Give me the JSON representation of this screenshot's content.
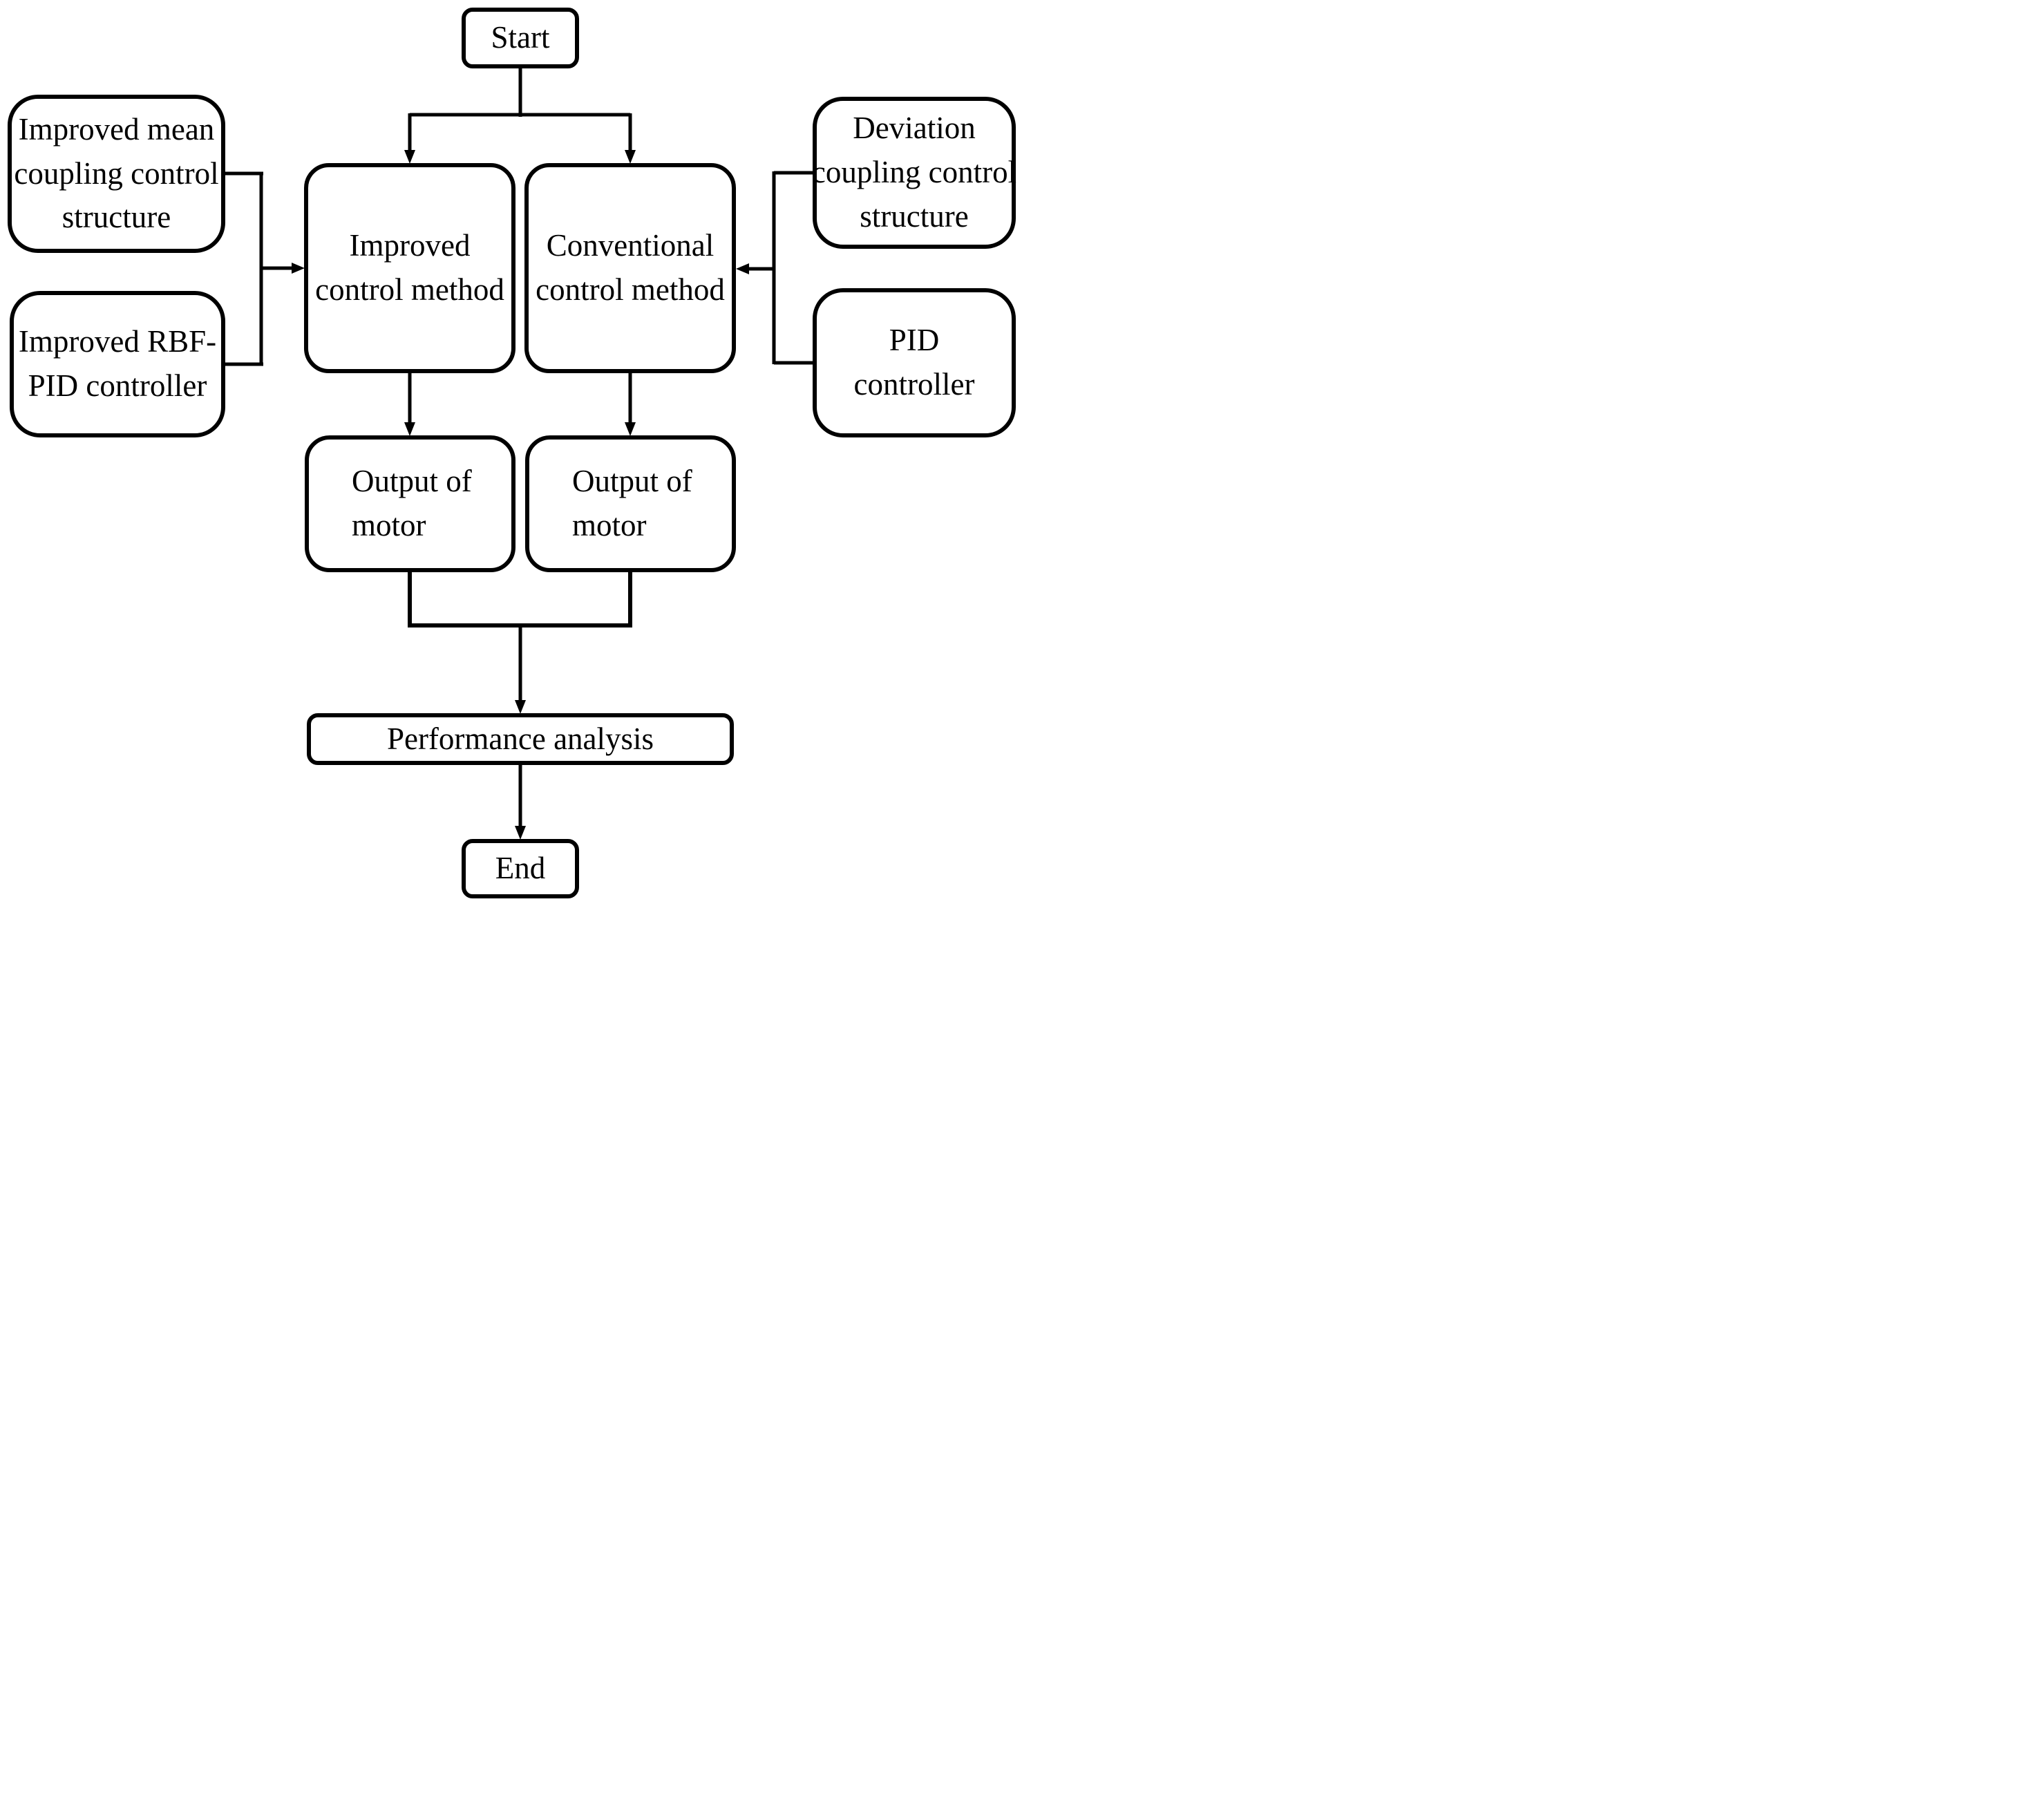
{
  "nodes": {
    "start": "Start",
    "improved_mean": "Improved mean\ncoupling control\nstructure",
    "improved_rbf": "Improved RBF-\nPID controller",
    "improved_method": "Improved\ncontrol method",
    "conventional_method": "Conventional\ncontrol method",
    "deviation": "Deviation\ncoupling control\nstructure",
    "pid": "PID\ncontroller",
    "output_motor_left": "Output of\nmotor",
    "output_motor_right": "Output of\nmotor",
    "performance": "Performance analysis",
    "end": "End"
  },
  "edges": [
    {
      "from": "start",
      "to": "improved_method"
    },
    {
      "from": "start",
      "to": "conventional_method"
    },
    {
      "from": "improved_mean",
      "to": "improved_method"
    },
    {
      "from": "improved_rbf",
      "to": "improved_method"
    },
    {
      "from": "deviation",
      "to": "conventional_method"
    },
    {
      "from": "pid",
      "to": "conventional_method"
    },
    {
      "from": "improved_method",
      "to": "output_motor_left"
    },
    {
      "from": "conventional_method",
      "to": "output_motor_right"
    },
    {
      "from": "output_motor_left",
      "to": "performance"
    },
    {
      "from": "output_motor_right",
      "to": "performance"
    },
    {
      "from": "performance",
      "to": "end"
    }
  ],
  "colors": {
    "line": "#000000",
    "text": "#000000",
    "background": "#ffffff"
  }
}
